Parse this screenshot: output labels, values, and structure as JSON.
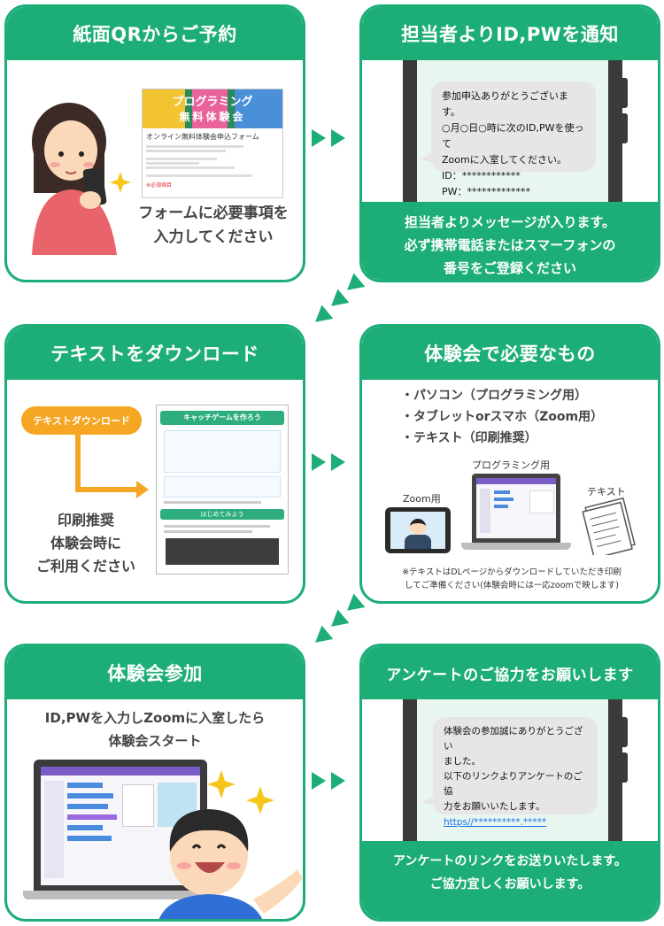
{
  "step1": {
    "title": "紙面QRからご予約",
    "caption": "フォームに必要事項を\n入力してください",
    "form_banner_title": "プログラミング",
    "form_banner_sub": "無料体験会",
    "form_heading": "オンライン無料体験会申込フォーム",
    "form_note": "※必須項目"
  },
  "step2": {
    "title": "担当者よりID,PWを通知",
    "message": "参加申込ありがとうございます。\n○月○日○時に次のID,PWを使って\nZoomに入室してください。\nID：************\nPW：*************",
    "footer": "担当者よりメッセージが入ります。\n必ず携帯電話またはスマーフォンの\n番号をご登録ください"
  },
  "step3": {
    "title": "テキストをダウンロード",
    "download_button": "テキストダウンロード",
    "caption": "印刷推奨\n体験会時に\nご利用ください",
    "doc_title": "キャッチゲームを作ろう",
    "doc_section": "はじめてみよう"
  },
  "step4": {
    "title": "体験会で必要なもの",
    "items": [
      "パソコン（プログラミング用）",
      "タブレットorスマホ（Zoom用）",
      "テキスト（印刷推奨）"
    ],
    "label_zoom": "Zoom用",
    "label_programming": "プログラミング用",
    "label_text": "テキスト",
    "note": "※テキストはDLページからダウンロードしていただき印刷\nしてご準備ください(体験会時には一応zoomで映します)"
  },
  "step5": {
    "title": "体験会参加",
    "caption": "ID,PWを入力しZoomに入室したら\n体験会スタート"
  },
  "step6": {
    "title": "アンケートのご協力をお願いします",
    "message": "体験会の参加誠にありがとうござい\nました。\n以下のリンクよりアンケートのご協\n力をお願いいたします。",
    "link": "https//**********.*****",
    "footer": "アンケートのリンクをお送りいたします。\nご協力宜しくお願いします。"
  },
  "colors": {
    "accent": "#1dae78",
    "download": "#f5a623",
    "link": "#1a73e8"
  }
}
